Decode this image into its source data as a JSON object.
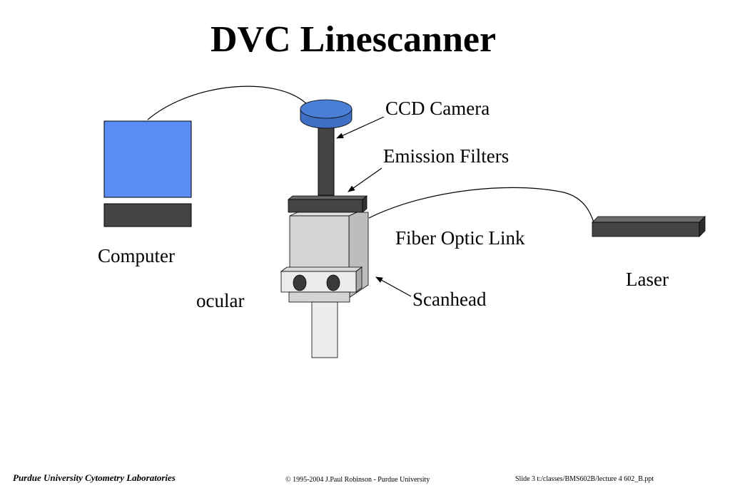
{
  "slide": {
    "title": "DVC Linescanner"
  },
  "labels": {
    "ccd_camera": "CCD Camera",
    "emission_filters": "Emission Filters",
    "computer": "Computer",
    "fiber_optic_link": "Fiber Optic Link",
    "laser": "Laser",
    "ocular": "ocular",
    "scanhead": "Scanhead"
  },
  "footer": {
    "left": "Purdue University Cytometry Laboratories",
    "center": "© 1995-2004 J.Paul Robinson - Purdue University",
    "right": "Slide 3  t:/classes/BMS602B/lecture 4 602_B.ppt"
  },
  "colors": {
    "camera_blue": "#4a7fd6",
    "monitor_blue": "#5b8cf5",
    "dark_gray": "#444444",
    "light_gray": "#d4d4d4",
    "mid_gray": "#bdbdbd",
    "pale_gray": "#ececec"
  }
}
